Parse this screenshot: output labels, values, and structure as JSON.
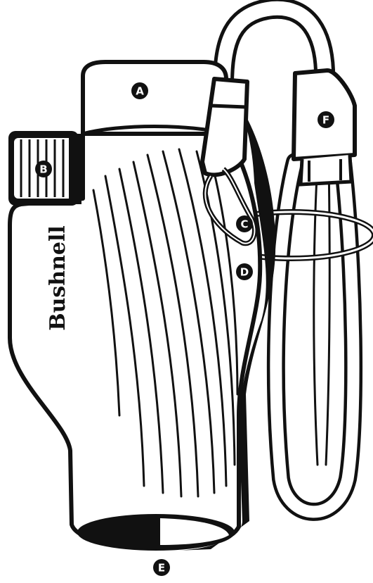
{
  "diagram": {
    "brand_text": "Bushnell",
    "callouts": [
      {
        "id": "A",
        "label": "A"
      },
      {
        "id": "B",
        "label": "B"
      },
      {
        "id": "C",
        "label": "C"
      },
      {
        "id": "D",
        "label": "D"
      },
      {
        "id": "E",
        "label": "E"
      },
      {
        "id": "F",
        "label": "F"
      }
    ],
    "colors": {
      "ink": "#111111",
      "paper": "#ffffff"
    }
  }
}
